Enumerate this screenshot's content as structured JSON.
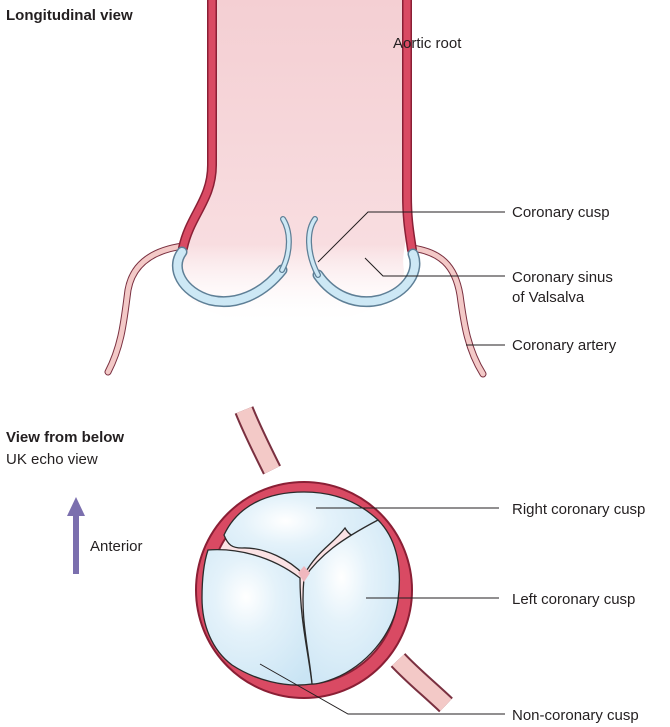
{
  "longitudinal": {
    "title": "Longitudinal view",
    "labels": {
      "aortic_root": "Aortic root",
      "coronary_cusp": "Coronary cusp",
      "sinus_line1": "Coronary sinus",
      "sinus_line2": "of Valsalva",
      "coronary_artery": "Coronary artery"
    }
  },
  "below": {
    "title": "View from below",
    "subtitle": "UK echo view",
    "direction": "Anterior",
    "labels": {
      "right_cusp": "Right coronary cusp",
      "left_cusp": "Left coronary cusp",
      "non_cusp": "Non-coronary cusp"
    }
  },
  "colors": {
    "wall": "#d94a63",
    "wall_dark": "#8a1f35",
    "lumen": "#f6d3d6",
    "cusp": "#cde8f5",
    "cusp_edge": "#5e7f96",
    "arrow": "#7b6fae",
    "artery": "#f3c9c7"
  }
}
